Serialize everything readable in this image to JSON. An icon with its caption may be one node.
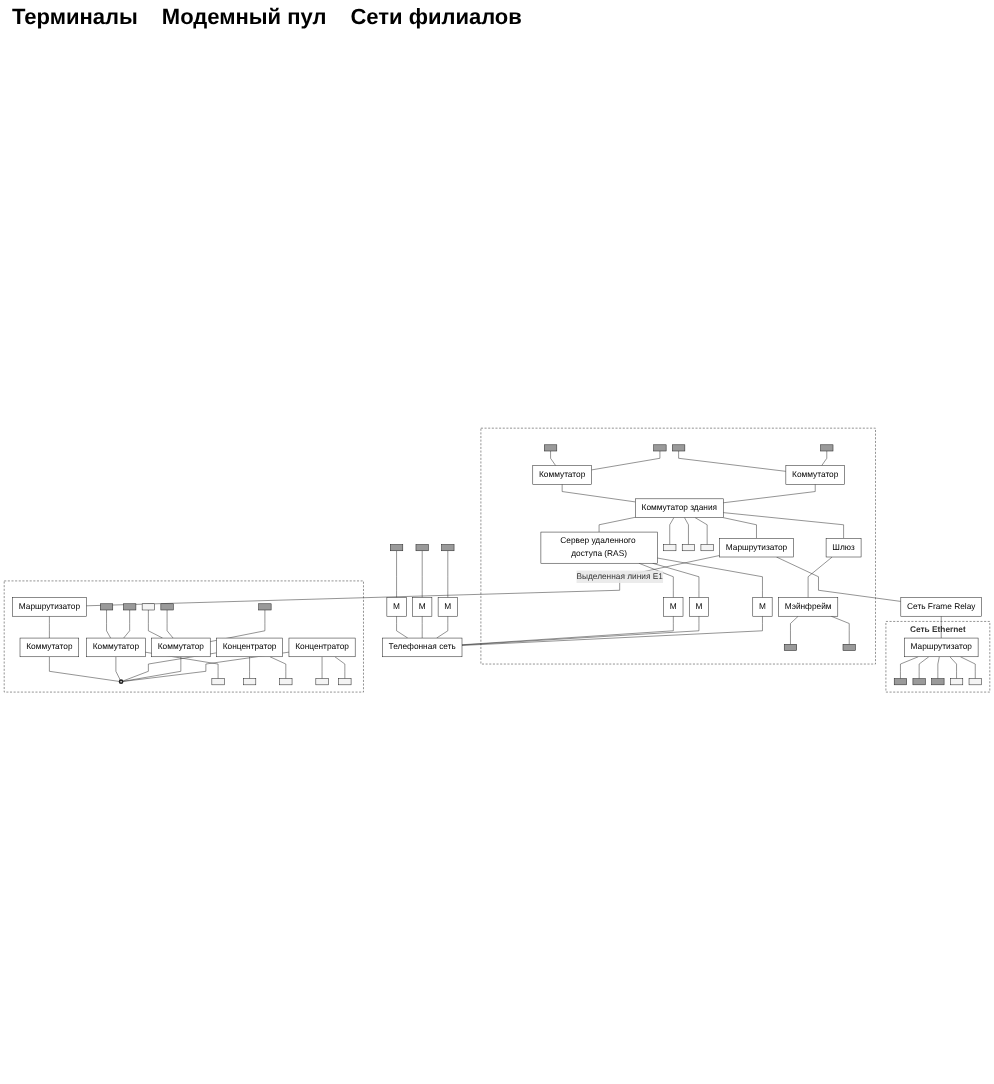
{
  "diagram": {
    "nodes": [
      {
        "text": [],
        "shape": "box"
      },
      {
        "text": [],
        "shape": "computer",
        "in": 0
      },
      {
        "text": [],
        "shape": "computer",
        "in": 0
      },
      {
        "text": [],
        "shape": "computer",
        "in": 0
      },
      {
        "text": [],
        "shape": "computer",
        "in": 0
      },
      {
        "text": [
          "Коммутатор"
        ],
        "in": 0
      },
      {
        "text": [
          "Коммутатор"
        ],
        "in": 0
      },
      {
        "text": [
          "Коммутатор здания"
        ],
        "in": 0
      },
      {
        "text": [
          "Шлюз"
        ],
        "in": 0
      },
      {
        "text": [
          "Мэйнфрейм"
        ],
        "in": 0
      },
      {
        "text": [],
        "shape": "computer",
        "in": 0
      },
      {
        "text": [],
        "shape": "computer",
        "in": 0
      },
      {
        "text": [],
        "shape": "server",
        "in": 0
      },
      {
        "text": [],
        "shape": "server",
        "in": 0
      },
      {
        "text": [],
        "shape": "server",
        "in": 0
      },
      {
        "text": [
          "Сервер удаленного доступа (RAS)"
        ],
        "in": 0
      },
      {
        "text": [
          "M"
        ],
        "in": 0
      },
      {
        "text": [
          "M"
        ],
        "in": 0
      },
      {
        "text": [
          "M"
        ],
        "in": 0
      },
      {
        "text": [
          "Маршрутизатор"
        ],
        "in": 0
      },
      {
        "text": [
          "Телефонная сеть"
        ]
      },
      {
        "text": [
          "Сеть Frame Relay"
        ]
      },
      {
        "text": [],
        "shape": "computer"
      },
      {
        "text": [
          "M"
        ]
      },
      {
        "text": [],
        "shape": "computer"
      },
      {
        "text": [
          "M"
        ]
      },
      {
        "text": [],
        "shape": "computer"
      },
      {
        "text": [
          "M"
        ]
      },
      {
        "text": [],
        "shape": "box"
      },
      {
        "text": [
          "Маршрутизатор"
        ],
        "in": 28
      },
      {
        "text": [
          "Коммутатор"
        ],
        "in": 28
      },
      {
        "text": [],
        "shape": "circle",
        "in": 28
      },
      {
        "text": [
          "Коммутатор"
        ],
        "in": 28
      },
      {
        "text": [
          "Концентратор"
        ],
        "in": 28
      },
      {
        "text": [],
        "shape": "computer",
        "in": 28
      },
      {
        "text": [],
        "shape": "computer",
        "in": 28
      },
      {
        "text": [],
        "shape": "server",
        "in": 28
      },
      {
        "text": [],
        "shape": "server",
        "in": 28
      },
      {
        "text": [],
        "shape": "server",
        "in": 28
      },
      {
        "text": [],
        "shape": "server",
        "in": 28
      },
      {
        "text": [
          "Коммутатор"
        ],
        "in": 28
      },
      {
        "text": [
          "Концентратор"
        ],
        "in": 28
      },
      {
        "text": [],
        "shape": "computer",
        "in": 28
      },
      {
        "text": [],
        "shape": "computer",
        "in": 28
      },
      {
        "text": [],
        "shape": "server",
        "in": 28
      },
      {
        "text": [],
        "shape": "server",
        "in": 28
      },
      {
        "text": [
          "Сеть Ethernet"
        ]
      },
      {
        "text": [
          "Маршрутизатор"
        ],
        "in": 46
      },
      {
        "text": [],
        "shape": "computer",
        "in": 46
      },
      {
        "text": [],
        "shape": "computer",
        "in": 46
      },
      {
        "text": [],
        "shape": "computer",
        "in": 46
      },
      {
        "text": [],
        "shape": "server",
        "in": 46
      },
      {
        "text": [],
        "shape": "server",
        "in": 46
      }
    ],
    "edges": [
      {
        "from": 1,
        "to": 5,
        "arrow": "none"
      },
      {
        "from": 2,
        "to": 5,
        "arrow": "none"
      },
      {
        "from": 3,
        "to": 6,
        "arrow": "none"
      },
      {
        "from": 4,
        "to": 6,
        "arrow": "none"
      },
      {
        "from": 5,
        "to": 7,
        "arrow": "none"
      },
      {
        "from": 6,
        "to": 7,
        "arrow": "none"
      },
      {
        "from": 7,
        "to": 8,
        "arrow": "none"
      },
      {
        "from": 8,
        "to": 9,
        "arrow": "none"
      },
      {
        "from": 9,
        "to": 10,
        "arrow": "none"
      },
      {
        "from": 9,
        "to": 11,
        "arrow": "none"
      },
      {
        "from": 7,
        "to": 12,
        "arrow": "none"
      },
      {
        "from": 7,
        "to": 13,
        "arrow": "none"
      },
      {
        "from": 7,
        "to": 14,
        "arrow": "none"
      },
      {
        "from": 7,
        "to": 15,
        "arrow": "none"
      },
      {
        "from": 7,
        "to": 19,
        "arrow": "none"
      },
      {
        "from": 15,
        "to": 16,
        "arrow": "none"
      },
      {
        "from": 15,
        "to": 17,
        "arrow": "none"
      },
      {
        "from": 15,
        "to": 18,
        "arrow": "none"
      },
      {
        "from": 16,
        "to": 20,
        "arrow": "none"
      },
      {
        "from": 17,
        "to": 20,
        "arrow": "none"
      },
      {
        "from": 18,
        "to": 20,
        "arrow": "none"
      },
      {
        "from": 19,
        "to": 21,
        "arrow": "none"
      },
      {
        "from": 19,
        "to": 29,
        "arrow": "none",
        "label": "Выделенная линия E1"
      },
      {
        "from": 21,
        "to": 47,
        "arrow": "none"
      },
      {
        "from": 22,
        "to": 23,
        "arrow": "none"
      },
      {
        "from": 23,
        "to": 20,
        "arrow": "none"
      },
      {
        "from": 24,
        "to": 25,
        "arrow": "none"
      },
      {
        "from": 25,
        "to": 20,
        "arrow": "none"
      },
      {
        "from": 26,
        "to": 27,
        "arrow": "none"
      },
      {
        "from": 27,
        "to": 20,
        "arrow": "none"
      },
      {
        "from": 29,
        "to": 30,
        "arrow": "none"
      },
      {
        "from": 30,
        "to": 31,
        "arrow": "none"
      },
      {
        "from": 32,
        "to": 31,
        "arrow": "none"
      },
      {
        "from": 33,
        "to": 31,
        "arrow": "none"
      },
      {
        "from": 34,
        "to": 32,
        "arrow": "none"
      },
      {
        "from": 35,
        "to": 32,
        "arrow": "none"
      },
      {
        "from": 32,
        "to": 36,
        "arrow": "none"
      },
      {
        "from": 33,
        "to": 38,
        "arrow": "none"
      },
      {
        "from": 33,
        "to": 39,
        "arrow": "none"
      },
      {
        "from": 37,
        "to": 40,
        "arrow": "none"
      },
      {
        "from": 40,
        "to": 31,
        "arrow": "none"
      },
      {
        "from": 41,
        "to": 31,
        "arrow": "none"
      },
      {
        "from": 42,
        "to": 40,
        "arrow": "none"
      },
      {
        "from": 43,
        "to": 40,
        "arrow": "none"
      },
      {
        "from": 41,
        "to": 44,
        "arrow": "none"
      },
      {
        "from": 41,
        "to": 45,
        "arrow": "none"
      },
      {
        "from": 47,
        "to": 48,
        "arrow": "none"
      },
      {
        "from": 47,
        "to": 49,
        "arrow": "none"
      },
      {
        "from": 47,
        "to": 50,
        "arrow": "none"
      },
      {
        "from": 47,
        "to": 51,
        "arrow": "none"
      },
      {
        "from": 47,
        "to": 52,
        "arrow": "none"
      }
    ],
    "labels": [
      "Терминалы",
      "Модемный пул",
      "Сети филиалов"
    ]
  }
}
